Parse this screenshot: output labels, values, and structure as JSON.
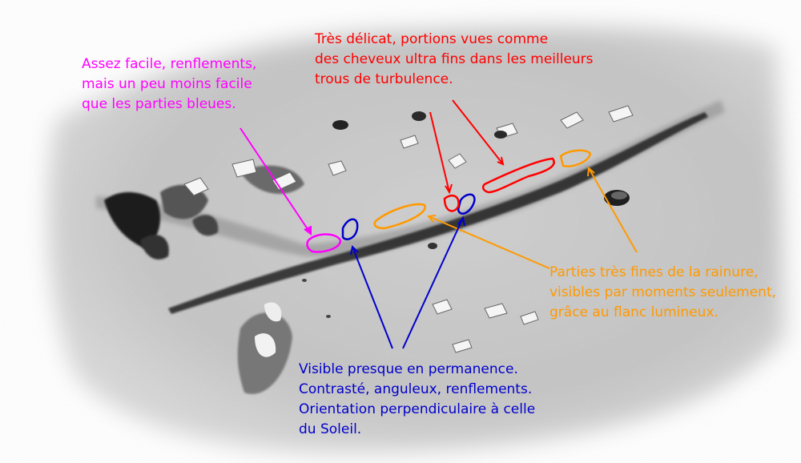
{
  "colors": {
    "magenta": "#ff00ff",
    "red": "#ff0000",
    "orange": "#ff9900",
    "blue": "#0000cc",
    "paper": "#ffffff",
    "terrain": "#c9c9c9"
  },
  "annotations": {
    "magenta": {
      "lines": [
        "Assez facile, renflements,",
        "mais un peu moins facile",
        "que les parties bleues."
      ]
    },
    "red": {
      "lines": [
        "Très délicat, portions vues comme",
        "des cheveux ultra fins dans les meilleurs",
        "trous de turbulence."
      ]
    },
    "orange": {
      "lines": [
        "Parties très fines de la rainure,",
        "visibles par moments seulement,",
        "grâce au flanc lumineux."
      ]
    },
    "blue": {
      "lines": [
        "Visible presque en permanence.",
        "Contrasté, anguleux, renflements.",
        "Orientation perpendiculaire à celle",
        "du Soleil."
      ]
    }
  }
}
